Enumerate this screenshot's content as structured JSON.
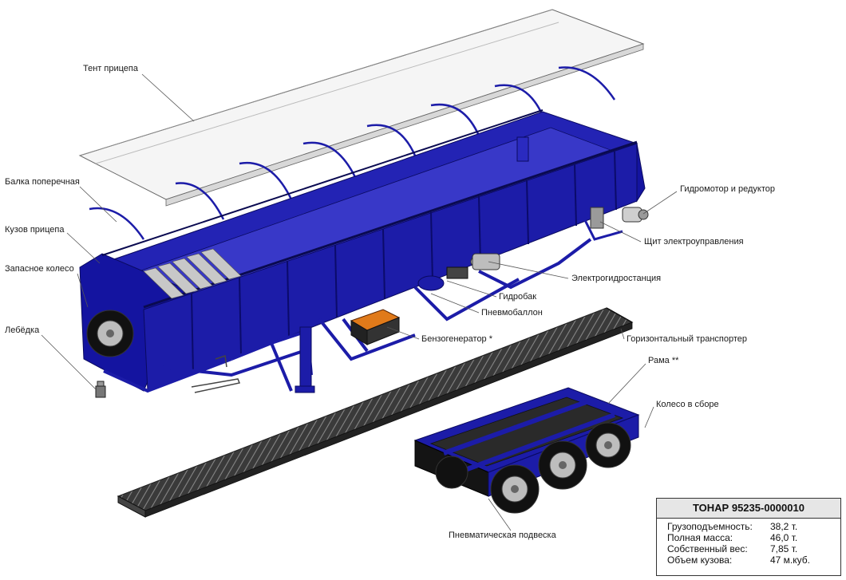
{
  "callouts": {
    "tent": "Тент прицепа",
    "beam": "Балка поперечная",
    "body": "Кузов прицепа",
    "spare_wheel": "Запасное колесо",
    "winch": "Лебёдка",
    "hydromotor": "Гидромотор и редуктор",
    "control_panel": "Щит электроуправления",
    "hydro_station": "Электрогидростанция",
    "hydro_tank": "Гидробак",
    "pneumo_balloon": "Пневмобаллон",
    "generator": "Бензогенератор *",
    "conveyor": "Горизонтальный транспортер",
    "frame": "Рама **",
    "wheel_assembly": "Колесо в сборе",
    "suspension": "Пневматическая подвеска"
  },
  "spec": {
    "title": "ТОНАР 95235-0000010",
    "rows": [
      {
        "label": "Грузоподъемность:",
        "value": "38,2 т."
      },
      {
        "label": "Полная масса:",
        "value": "46,0 т."
      },
      {
        "label": "Собственный вес:",
        "value": "7,85 т."
      },
      {
        "label": "Объем кузова:",
        "value": "47 м.куб."
      }
    ]
  },
  "colors": {
    "body_blue": "#1c1ca8",
    "body_dark": "#0e0e70",
    "tent": "#f4f4f4",
    "conveyor": "#3a3a3a",
    "generator": "#e07a1a"
  }
}
